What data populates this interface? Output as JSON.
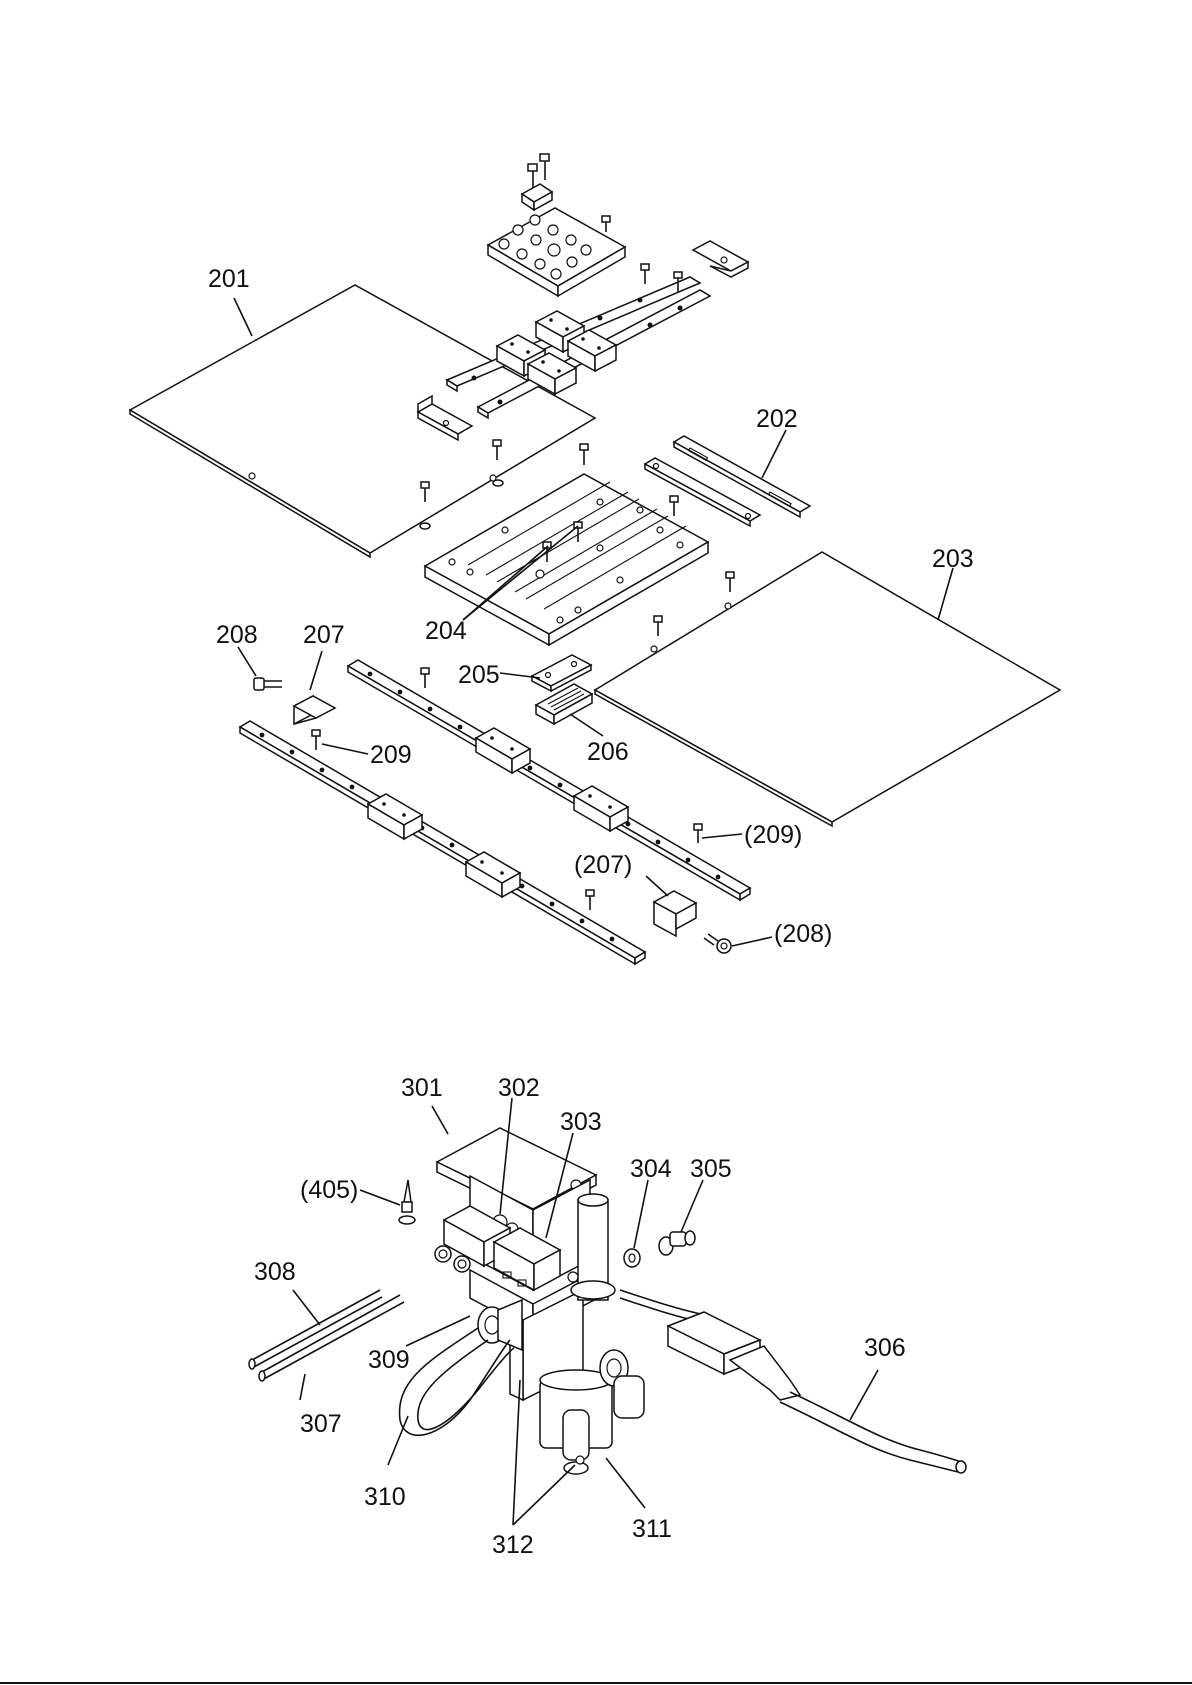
{
  "diagram": {
    "upper_assembly": {
      "callouts": [
        "201",
        "202",
        "203",
        "204",
        "205",
        "206",
        "207",
        "208",
        "209",
        "(209)",
        "(207)",
        "(208)"
      ]
    },
    "lower_assembly": {
      "callouts": [
        "301",
        "302",
        "303",
        "304",
        "305",
        "306",
        "307",
        "308",
        "309",
        "310",
        "311",
        "312",
        "(405)"
      ]
    }
  }
}
